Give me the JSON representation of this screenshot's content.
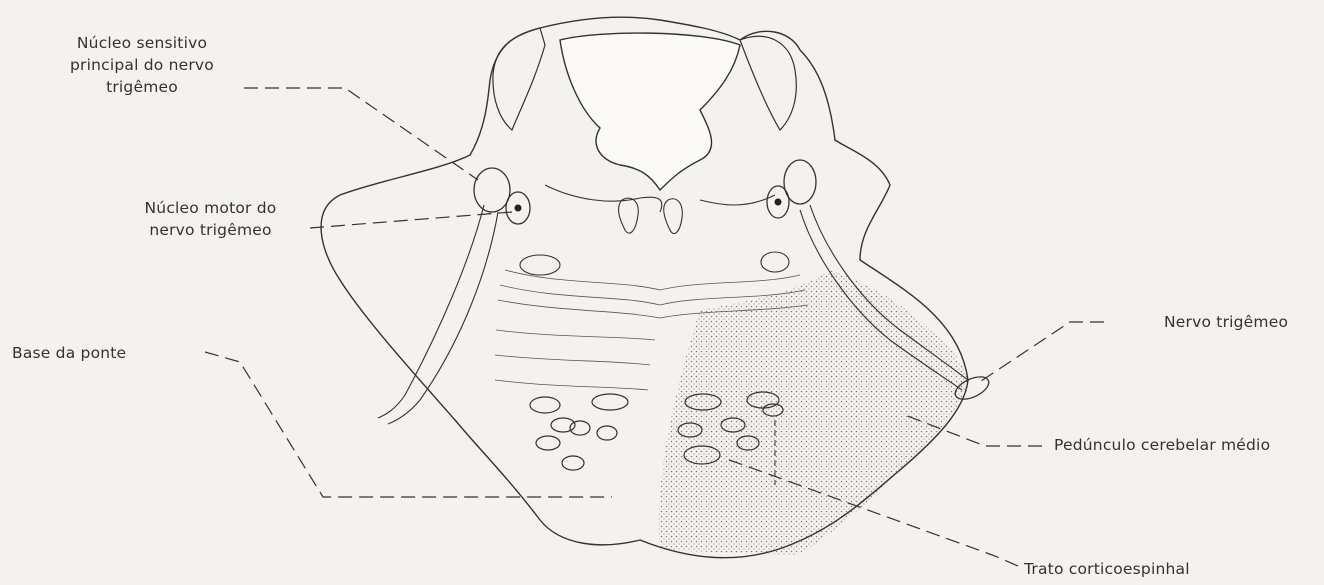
{
  "labels": {
    "sensory_nucleus": "Núcleo sensitivo\nprincipal do nervo\ntrigêmeo",
    "motor_nucleus": "Núcleo motor do\nnervo trigêmeo",
    "pons_base": "Base da ponte",
    "trigeminal_nerve": "Nervo trigêmeo",
    "middle_cerebellar_peduncle": "Pedúnculo cerebelar médio",
    "corticospinal_tract": "Trato corticoespinhal"
  },
  "colors": {
    "background": "#f4f2ef",
    "ink": "#333333",
    "stipple": "#7a7a7a"
  }
}
